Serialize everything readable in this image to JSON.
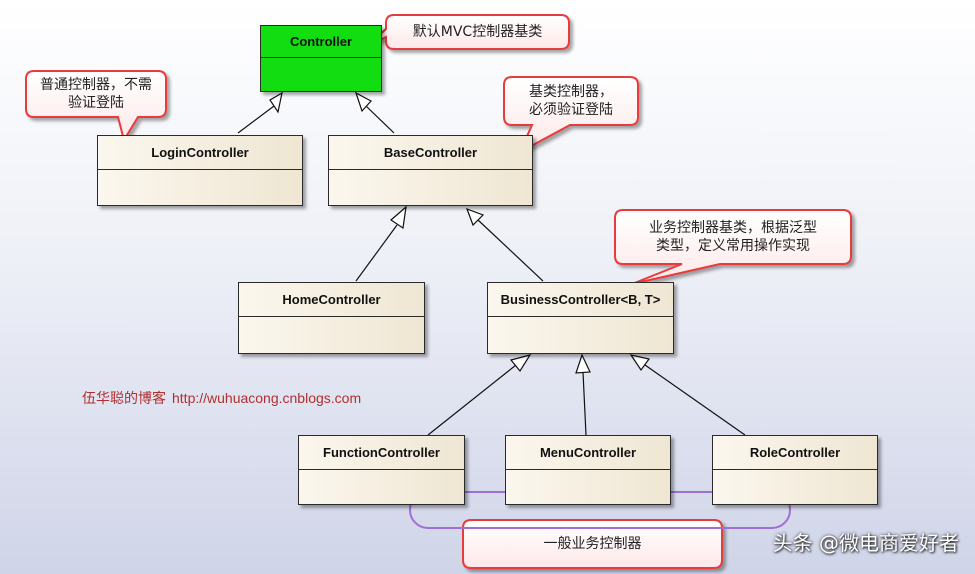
{
  "classes": {
    "controller": "Controller",
    "login": "LoginController",
    "base": "BaseController",
    "home": "HomeController",
    "business": "BusinessController<B, T>",
    "function": "FunctionController",
    "menu": "MenuController",
    "role": "RoleController"
  },
  "notes": {
    "mvc_base": "默认MVC控制器基类",
    "login_note": "普通控制器，不需\n验证登陆",
    "base_note": "基类控制器，\n必须验证登陆",
    "business_note": "业务控制器基类，根据泛型\n类型，定义常用操作实现",
    "general_note": "一般业务控制器"
  },
  "blog": {
    "author": "伍华聪的博客",
    "url": "http://wuhuacong.cnblogs.com"
  },
  "footer": {
    "credit": "头条 @微电商爱好者"
  },
  "colors": {
    "controller_fill": "#11dd11",
    "class_fill": "#efe6d3",
    "callout_border": "#e83a3a",
    "grouping_ellipse": "#9f6fd8",
    "watermark_text": "#b03030"
  }
}
